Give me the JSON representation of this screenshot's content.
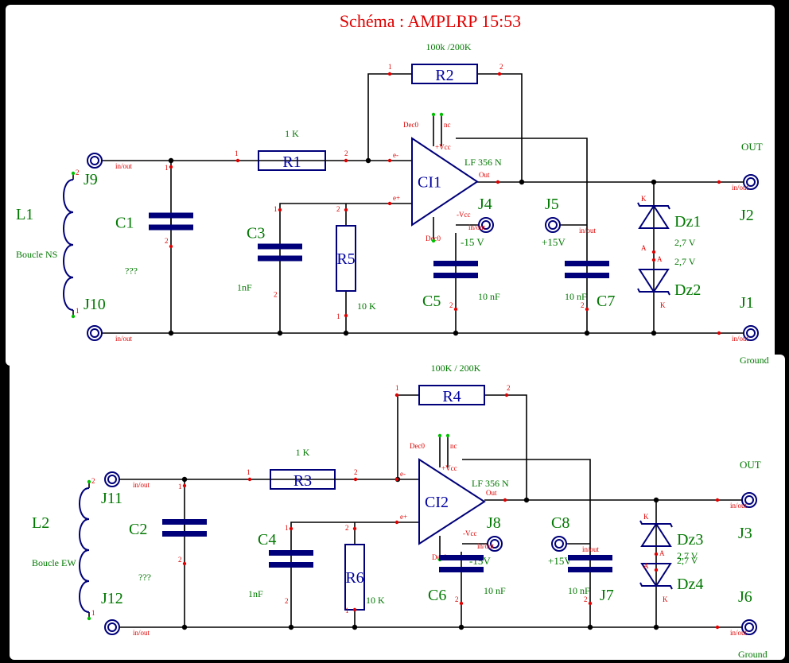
{
  "title": "Schéma : AMPLRP    15:53",
  "colors": {
    "background": "#000000",
    "sheet": "#ffffff",
    "wire": "#000000",
    "component": "#00007a",
    "label": "#007800",
    "pin": "#e00000",
    "title": "#e00000"
  },
  "circuits": [
    {
      "coil": {
        "ref": "L1",
        "name": "Boucle NS",
        "pin_top": "2",
        "pin_bottom": "1"
      },
      "in_jack": {
        "ref": "J9",
        "io": "in/out"
      },
      "gnd_jack": {
        "ref": "J10",
        "io": "in/out"
      },
      "c_in": {
        "ref": "C1",
        "value": "???",
        "p1": "1",
        "p2": "2"
      },
      "r_in": {
        "ref": "R1",
        "value": "1 K",
        "p1": "1",
        "p2": "2"
      },
      "r_fb": {
        "ref": "R2",
        "value": "100k /200K",
        "p1": "1",
        "p2": "2"
      },
      "c_bias": {
        "ref": "C3",
        "value": "1nF",
        "p1": "1",
        "p2": "2"
      },
      "r_bias": {
        "ref": "R5",
        "value": "10 K",
        "p1": "2",
        "p2": "1"
      },
      "opamp": {
        "ref": "CI1",
        "part": "LF 356 N",
        "dec0": "Dec0",
        "nc": "nc",
        "vcc_pos": "+Vcc",
        "vcc_neg": "-Vcc",
        "dec0_bottom": "Dec0",
        "inv": "e-",
        "noninv": "e+",
        "out": "Out"
      },
      "neg_jack": {
        "ref": "J4",
        "io": "in/out",
        "volt": "-15 V"
      },
      "c_neg": {
        "ref": "C5",
        "value": "10 nF",
        "p2": "2"
      },
      "pos_jack": {
        "ref": "J5",
        "io": "in/out",
        "volt": "+15V"
      },
      "c_pos": {
        "ref": "C7",
        "value": "10 nF",
        "p2": "2"
      },
      "zener_top": {
        "ref": "Dz1",
        "value": "2,7 V",
        "k": "K",
        "a": "A"
      },
      "zener_bottom": {
        "ref": "Dz2",
        "value": "2,7 V",
        "k": "K",
        "a": "A"
      },
      "out_jack": {
        "ref": "J2",
        "io": "in/out",
        "label": "OUT"
      },
      "gnd_out_jack": {
        "ref": "J1",
        "io": "in/out",
        "label": "Ground"
      }
    },
    {
      "coil": {
        "ref": "L2",
        "name": "Boucle EW",
        "pin_top": "2",
        "pin_bottom": "1"
      },
      "in_jack": {
        "ref": "J11",
        "io": "in/out"
      },
      "gnd_jack": {
        "ref": "J12",
        "io": "in/out"
      },
      "c_in": {
        "ref": "C2",
        "value": "???",
        "p1": "1",
        "p2": "2"
      },
      "r_in": {
        "ref": "R3",
        "value": "1 K",
        "p1": "1",
        "p2": "2"
      },
      "r_fb": {
        "ref": "R4",
        "value": "100K / 200K",
        "p1": "1",
        "p2": "2"
      },
      "c_bias": {
        "ref": "C4",
        "value": "1nF",
        "p1": "1",
        "p2": "2"
      },
      "r_bias": {
        "ref": "R6",
        "value": "10 K",
        "p1": "2",
        "p2": "1"
      },
      "opamp": {
        "ref": "CI2",
        "part": "LF 356 N",
        "dec0": "Dec0",
        "nc": "nc",
        "vcc_pos": "+Vcc",
        "vcc_neg": "-Vcc",
        "dec0_bottom": "Dec0",
        "inv": "e-",
        "noninv": "e+",
        "out": "Out"
      },
      "neg_jack": {
        "ref": "J8",
        "io": "in/out",
        "volt": "-15V"
      },
      "c_neg": {
        "ref": "C6",
        "value": "10 nF",
        "p2": "2"
      },
      "pos_jack": {
        "ref": "C8",
        "io": "in/out",
        "volt": "+15V"
      },
      "c_pos": {
        "ref": "J7",
        "value": "10 nF",
        "p2": "2"
      },
      "zener_top": {
        "ref": "Dz3",
        "value": "2,7 V",
        "k": "K",
        "a": "A"
      },
      "zener_bottom": {
        "ref": "Dz4",
        "value": "2,7 V",
        "k": "K",
        "a": "A"
      },
      "out_jack": {
        "ref": "J3",
        "io": "in/out",
        "label": "OUT"
      },
      "gnd_out_jack": {
        "ref": "J6",
        "io": "in/out",
        "label": "Ground"
      }
    }
  ]
}
